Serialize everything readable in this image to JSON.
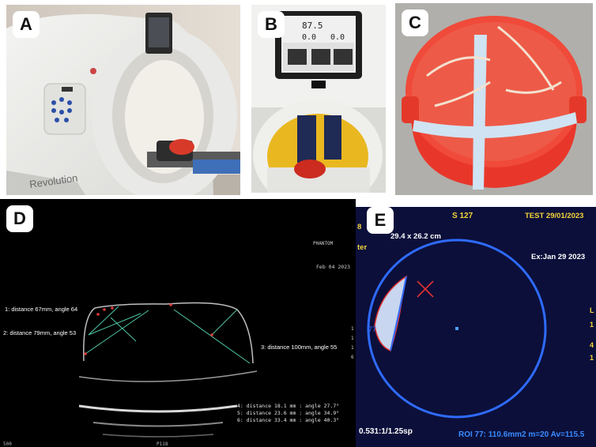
{
  "panels": {
    "a": {
      "letter": "A",
      "brand": "Revolution"
    },
    "b": {
      "letter": "B",
      "screen_top": "87.5",
      "screen_left": "0.0",
      "screen_right": "0.0"
    },
    "c": {
      "letter": "C"
    },
    "d": {
      "letter": "D",
      "phantom": "PHANTOM",
      "date": "Feb 04 2023",
      "m1": "1: distance 67mm, angle 64",
      "m2": "2: distance 79mm, angle 53",
      "m3": "3: distance 100mm, angle 55",
      "m4": "4: distance 18.1 mm : angle  27.7°",
      "m5": "5: distance 23.6 mm : angle  34.9°",
      "m6": "6: distance 33.4 mm : angle  40.3°",
      "scale_left": "500",
      "scale_mid": "P118"
    },
    "e": {
      "letter": "E",
      "series": "S 127",
      "test_date": "TEST 29/01/2023",
      "fov_prefix": "8",
      "fov": "29.4 x 26.2 cm",
      "filter_suffix": "ter",
      "exam_date": "Ex:Jan 29 2023",
      "roi_label": "77",
      "slice_info": "0.531:1/1.25sp",
      "roi_stats": "ROI 77: 110.6mm2 m=20 Av=115.5"
    }
  }
}
